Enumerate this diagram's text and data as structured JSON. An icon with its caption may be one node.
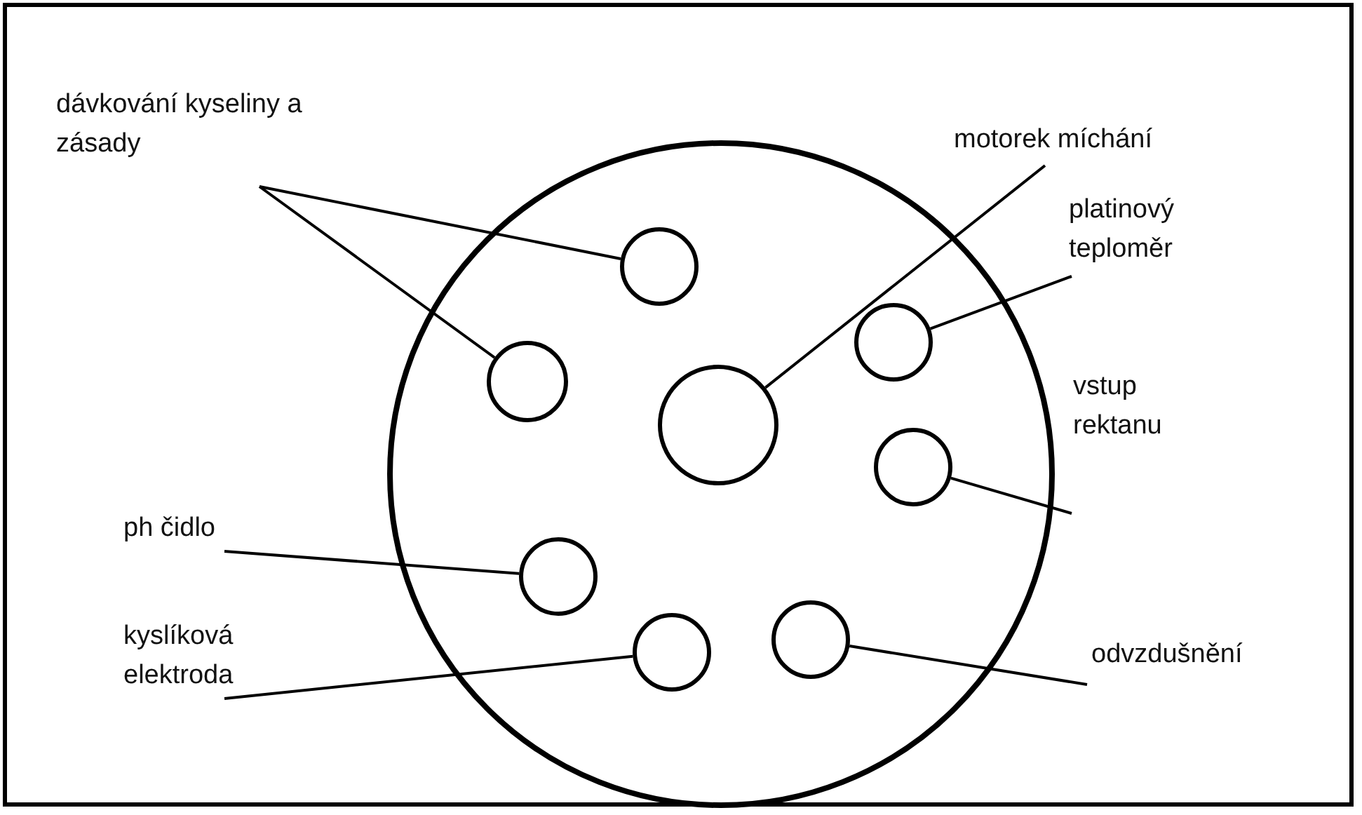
{
  "diagram": {
    "nodes": [
      {
        "text": [],
        "shape": "circle"
      },
      {
        "text": [
          "dávkování kyseliny a zásady"
        ]
      },
      {
        "text": [
          "motorek míchání"
        ]
      },
      {
        "text": [
          "platinový teploměr"
        ]
      },
      {
        "text": [
          "vstup rektanu"
        ]
      },
      {
        "text": [
          "ph čidlo"
        ]
      },
      {
        "text": [
          "kyslíková elektroda"
        ]
      },
      {
        "text": [
          "odvzdušnění"
        ]
      },
      {
        "text": [],
        "shape": "circle",
        "in": 0
      },
      {
        "text": [],
        "shape": "circle",
        "in": 0
      },
      {
        "text": [],
        "shape": "circle",
        "in": 0
      },
      {
        "text": [],
        "shape": "circle",
        "in": 0
      },
      {
        "text": [],
        "shape": "circle",
        "in": 0
      },
      {
        "text": [],
        "shape": "circle",
        "in": 0
      },
      {
        "text": [],
        "shape": "circle",
        "in": 0
      },
      {
        "text": [],
        "shape": "circle",
        "in": 0
      }
    ],
    "edges": [
      {
        "from": 1,
        "to": 8,
        "arrow": "none"
      },
      {
        "from": 1,
        "to": 9,
        "arrow": "none"
      },
      {
        "from": 2,
        "to": 11,
        "arrow": "none"
      },
      {
        "from": 3,
        "to": 10,
        "arrow": "none"
      },
      {
        "from": 4,
        "to": 12,
        "arrow": "none"
      },
      {
        "from": 5,
        "to": 13,
        "arrow": "none"
      },
      {
        "from": 6,
        "to": 15,
        "arrow": "none"
      },
      {
        "from": 7,
        "to": 14,
        "arrow": "none"
      }
    ]
  }
}
